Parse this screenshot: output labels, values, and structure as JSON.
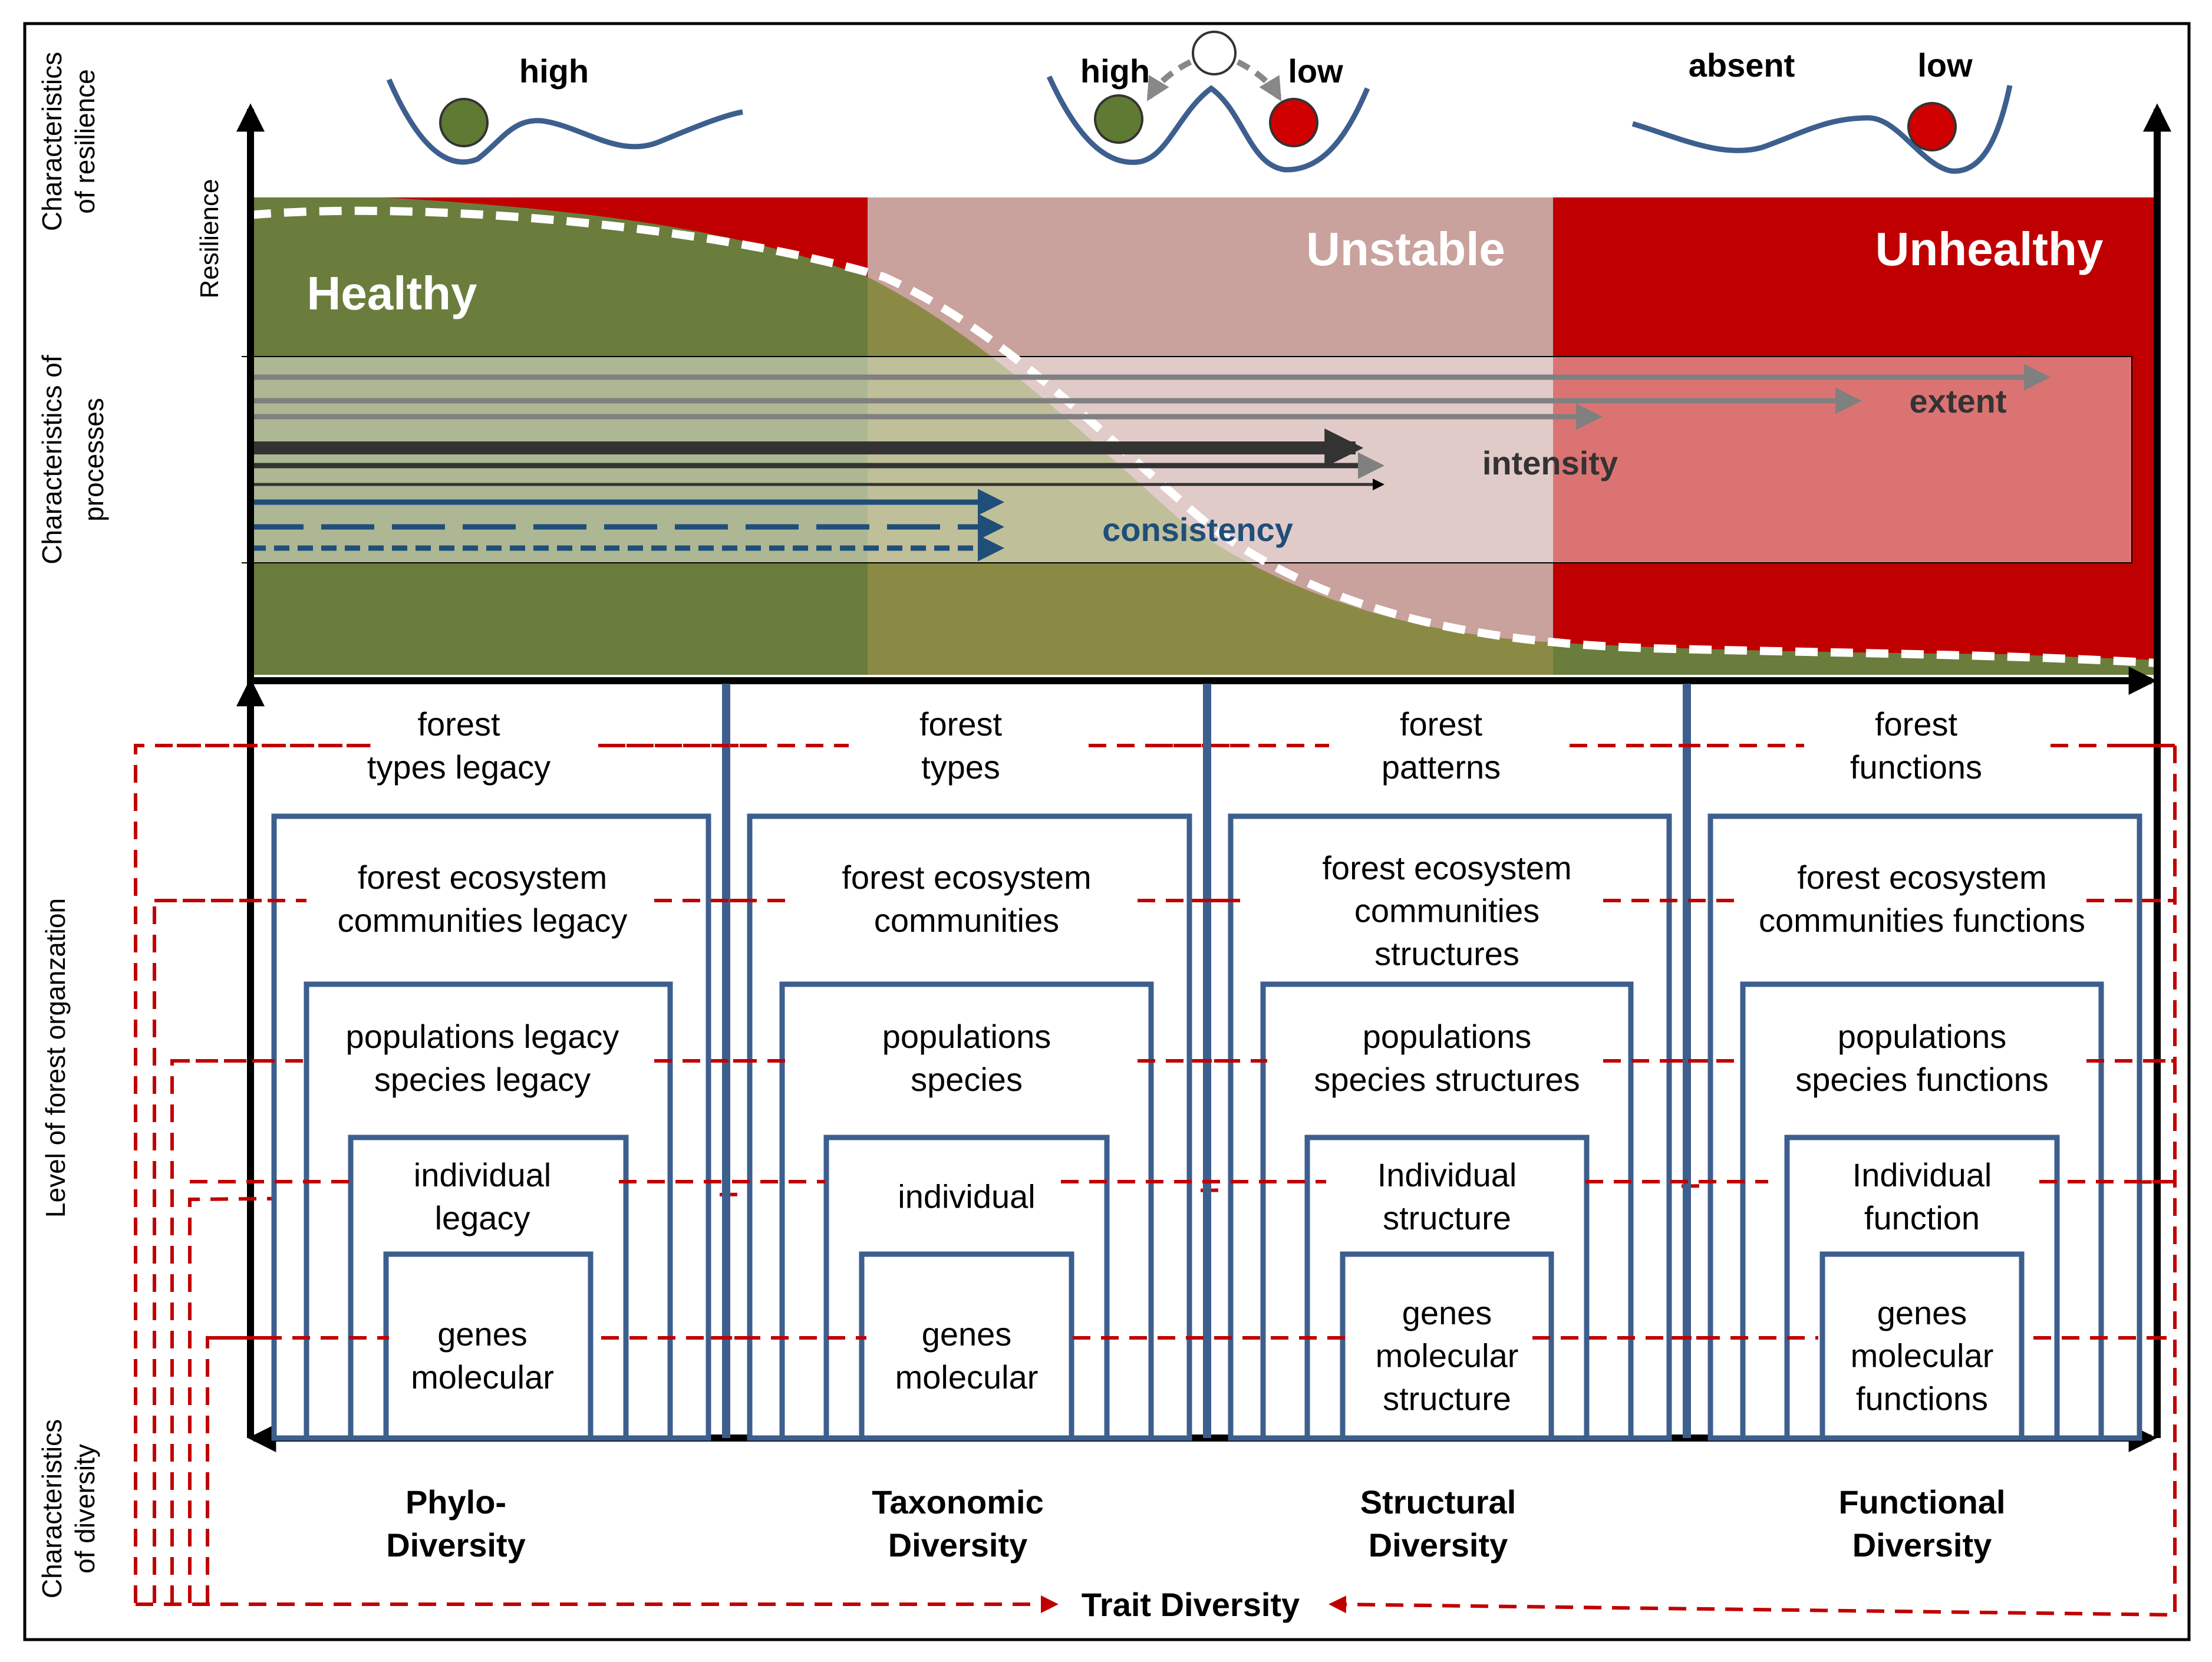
{
  "side_labels": {
    "resilience_chars": [
      "Characteristics",
      "of resilience"
    ],
    "resilience_axis": "Resilience",
    "process_chars": [
      "Characteristics of",
      "processes"
    ],
    "organization": "Level of forest organzation",
    "diversity_chars": [
      "Characteristics",
      "of diversity"
    ]
  },
  "landscapes": {
    "left_label": "high",
    "middle_high": "high",
    "middle_low": "low",
    "right_absent": "absent",
    "right_low": "low"
  },
  "states": {
    "healthy": "Healthy",
    "unstable": "Unstable",
    "unhealthy": "Unhealthy"
  },
  "processes": {
    "extent": "extent",
    "intensity": "intensity",
    "consistency": "consistency"
  },
  "columns": [
    {
      "top": [
        "forest",
        "types legacy"
      ],
      "l1": [
        "forest ecosystem",
        "communities legacy"
      ],
      "l2": [
        "populations legacy",
        "species legacy"
      ],
      "l3": [
        "individual",
        "legacy"
      ],
      "l4": [
        "genes",
        "molecular"
      ],
      "bottom": [
        "Phylo-",
        "Diversity"
      ]
    },
    {
      "top": [
        "forest",
        "types"
      ],
      "l1": [
        "forest ecosystem",
        "communities"
      ],
      "l2": [
        "populations",
        "species"
      ],
      "l3": [
        "individual"
      ],
      "l4": [
        "genes",
        "molecular"
      ],
      "bottom": [
        "Taxonomic",
        "Diversity"
      ]
    },
    {
      "top": [
        "forest",
        "patterns"
      ],
      "l1": [
        "forest ecosystem",
        "communities",
        "structures"
      ],
      "l2": [
        "populations",
        "species structures"
      ],
      "l3": [
        "Individual",
        "structure"
      ],
      "l4": [
        "genes",
        "molecular",
        "structure"
      ],
      "bottom": [
        "Structural",
        "Diversity"
      ]
    },
    {
      "top": [
        "forest",
        "functions"
      ],
      "l1": [
        "forest ecosystem",
        "communities functions"
      ],
      "l2": [
        "populations",
        "species functions"
      ],
      "l3": [
        "Individual",
        "function"
      ],
      "l4": [
        "genes",
        "molecular",
        "functions"
      ],
      "bottom": [
        "Functional",
        "Diversity"
      ]
    }
  ],
  "trait_diversity": "Trait Diversity",
  "colors": {
    "healthy_green": "#6a7d3c",
    "unstable_pink": "#c9a19d",
    "unhealthy_red": "#c00000",
    "olive": "#8a8a45",
    "box_blue": "#3d5f8e",
    "dash_red": "#c00000",
    "process_blue": "#1f4e79",
    "process_grey": "#808080",
    "process_dark": "#333333"
  }
}
